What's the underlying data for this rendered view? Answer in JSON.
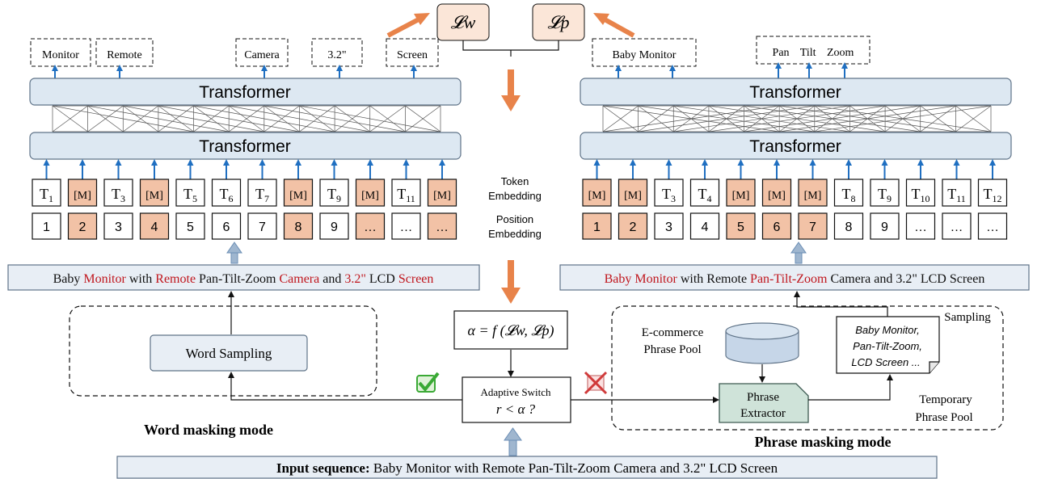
{
  "losses": {
    "word": "𝓛w",
    "phrase": "𝓛p"
  },
  "transformer_label": "Transformer",
  "left": {
    "outputs": [
      "Monitor",
      "Remote",
      "Camera",
      "3.2\"",
      "Screen"
    ],
    "tokens": [
      {
        "t": "T",
        "s": "1",
        "m": false
      },
      {
        "t": "[M]",
        "s": "",
        "m": true
      },
      {
        "t": "T",
        "s": "3",
        "m": false
      },
      {
        "t": "[M]",
        "s": "",
        "m": true
      },
      {
        "t": "T",
        "s": "5",
        "m": false
      },
      {
        "t": "T",
        "s": "6",
        "m": false
      },
      {
        "t": "T",
        "s": "7",
        "m": false
      },
      {
        "t": "[M]",
        "s": "",
        "m": true
      },
      {
        "t": "T",
        "s": "9",
        "m": false
      },
      {
        "t": "[M]",
        "s": "",
        "m": true
      },
      {
        "t": "T",
        "s": "11",
        "m": false
      },
      {
        "t": "[M]",
        "s": "",
        "m": true
      }
    ],
    "positions": [
      {
        "v": "1",
        "m": false
      },
      {
        "v": "2",
        "m": true
      },
      {
        "v": "3",
        "m": false
      },
      {
        "v": "4",
        "m": true
      },
      {
        "v": "5",
        "m": false
      },
      {
        "v": "6",
        "m": false
      },
      {
        "v": "7",
        "m": false
      },
      {
        "v": "8",
        "m": true
      },
      {
        "v": "9",
        "m": false
      },
      {
        "v": "…",
        "m": true
      },
      {
        "v": "…",
        "m": false
      },
      {
        "v": "…",
        "m": true
      }
    ],
    "sentence": [
      {
        "text": "Baby ",
        "red": false
      },
      {
        "text": "Monitor",
        "red": true
      },
      {
        "text": " with ",
        "red": false
      },
      {
        "text": "Remote",
        "red": true
      },
      {
        "text": " Pan-Tilt-Zoom ",
        "red": false
      },
      {
        "text": "Camera",
        "red": true
      },
      {
        "text": " and ",
        "red": false
      },
      {
        "text": "3.2\"",
        "red": true
      },
      {
        "text": " LCD ",
        "red": false
      },
      {
        "text": "Screen",
        "red": true
      }
    ],
    "sampling_box": "Word Sampling",
    "mode_label": "Word masking mode"
  },
  "right": {
    "outputs": [
      "Baby Monitor",
      "Pan Tilt Zoom"
    ],
    "tokens": [
      {
        "t": "[M]",
        "s": "",
        "m": true
      },
      {
        "t": "[M]",
        "s": "",
        "m": true
      },
      {
        "t": "T",
        "s": "3",
        "m": false
      },
      {
        "t": "T",
        "s": "4",
        "m": false
      },
      {
        "t": "[M]",
        "s": "",
        "m": true
      },
      {
        "t": "[M]",
        "s": "",
        "m": true
      },
      {
        "t": "[M]",
        "s": "",
        "m": true
      },
      {
        "t": "T",
        "s": "8",
        "m": false
      },
      {
        "t": "T",
        "s": "9",
        "m": false
      },
      {
        "t": "T",
        "s": "10",
        "m": false
      },
      {
        "t": "T",
        "s": "11",
        "m": false
      },
      {
        "t": "T",
        "s": "12",
        "m": false
      }
    ],
    "positions": [
      {
        "v": "1",
        "m": true
      },
      {
        "v": "2",
        "m": true
      },
      {
        "v": "3",
        "m": false
      },
      {
        "v": "4",
        "m": false
      },
      {
        "v": "5",
        "m": true
      },
      {
        "v": "6",
        "m": true
      },
      {
        "v": "7",
        "m": true
      },
      {
        "v": "8",
        "m": false
      },
      {
        "v": "9",
        "m": false
      },
      {
        "v": "…",
        "m": false
      },
      {
        "v": "…",
        "m": false
      },
      {
        "v": "…",
        "m": false
      }
    ],
    "sentence": [
      {
        "text": "Baby Monitor",
        "red": true
      },
      {
        "text": " with Remote ",
        "red": false
      },
      {
        "text": "Pan-Tilt-Zoom",
        "red": true
      },
      {
        "text": " Camera and 3.2\" LCD Screen",
        "red": false
      }
    ],
    "sampling_label": "Sampling",
    "pool_label_1": "E-commerce",
    "pool_label_2": "Phrase Pool",
    "extractor_1": "Phrase",
    "extractor_2": "Extractor",
    "note_lines": [
      "Baby Monitor,",
      "Pan-Tilt-Zoom,",
      "LCD Screen ..."
    ],
    "temp_pool_1": "Temporary",
    "temp_pool_2": "Phrase Pool",
    "mode_label": "Phrase masking mode"
  },
  "center": {
    "token_embedding_1": "Token",
    "token_embedding_2": "Embedding",
    "position_embedding_1": "Position",
    "position_embedding_2": "Embedding",
    "alpha_formula": "α = f (𝓛w, 𝓛p)",
    "switch_1": "Adaptive Switch",
    "switch_2": "r < α ?"
  },
  "input": {
    "label": "Input sequence:",
    "text": "Baby Monitor with Remote Pan-Tilt-Zoom Camera and 3.2\" LCD Screen"
  },
  "colors": {
    "mask_fill": "#f2c2a6",
    "transformer_fill": "#dde8f2",
    "orange": "#e8834a",
    "red": "#c0161d",
    "extractor_fill": "#cfe3d9",
    "cylinder_fill": "#c6d6e8",
    "check": "#3aa935"
  }
}
